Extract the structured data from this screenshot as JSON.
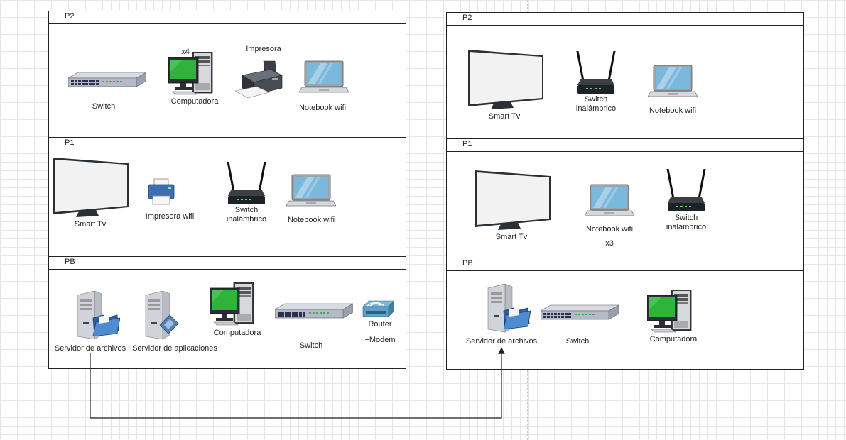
{
  "buildings": [
    {
      "floors": [
        {
          "title": "P2",
          "devices": [
            {
              "type": "switch",
              "label": "Switch"
            },
            {
              "type": "computer",
              "label": "Computadora",
              "note": "x4"
            },
            {
              "type": "printer",
              "label": "Impresora"
            },
            {
              "type": "laptop",
              "label": "Notebook wifi"
            }
          ]
        },
        {
          "title": "P1",
          "devices": [
            {
              "type": "tv",
              "label": "Smart Tv"
            },
            {
              "type": "printer",
              "label": "Impresora wifi"
            },
            {
              "type": "wireless-router",
              "label": "Switch\ninalámbrico"
            },
            {
              "type": "laptop",
              "label": "Notebook wifi"
            }
          ]
        },
        {
          "title": "PB",
          "devices": [
            {
              "type": "file-server",
              "label": "Servidor de archivos"
            },
            {
              "type": "app-server",
              "label": "Servidor de aplicaciones"
            },
            {
              "type": "computer",
              "label": "Computadora"
            },
            {
              "type": "switch",
              "label": "Switch"
            },
            {
              "type": "router",
              "label": "Router\n+Modem"
            }
          ]
        }
      ]
    },
    {
      "floors": [
        {
          "title": "P2",
          "devices": [
            {
              "type": "tv",
              "label": "Smart Tv"
            },
            {
              "type": "wireless-router",
              "label": "Switch\ninalámbrico"
            },
            {
              "type": "laptop",
              "label": "Notebook wifi"
            }
          ]
        },
        {
          "title": "P1",
          "devices": [
            {
              "type": "tv",
              "label": "Smart Tv"
            },
            {
              "type": "laptop",
              "label": "Notebook wifi",
              "note": "x3"
            },
            {
              "type": "wireless-router",
              "label": "Switch\ninalámbrico"
            }
          ]
        },
        {
          "title": "PB",
          "devices": [
            {
              "type": "file-server",
              "label": "Servidor de archivos"
            },
            {
              "type": "switch",
              "label": "Switch"
            },
            {
              "type": "computer",
              "label": "Computadora"
            }
          ]
        }
      ]
    }
  ],
  "connection": {
    "from": "Servidor de archivos (edificio 1, PB)",
    "to": "Servidor de archivos (edificio 2, PB)",
    "style": "orthogonal-arrow"
  },
  "colors": {
    "line": "#222222",
    "grid": "#e6e6e6",
    "screen_green": "#2fb33a",
    "screen_blue": "#7ab8dc",
    "device_dark": "#2b2f36"
  }
}
